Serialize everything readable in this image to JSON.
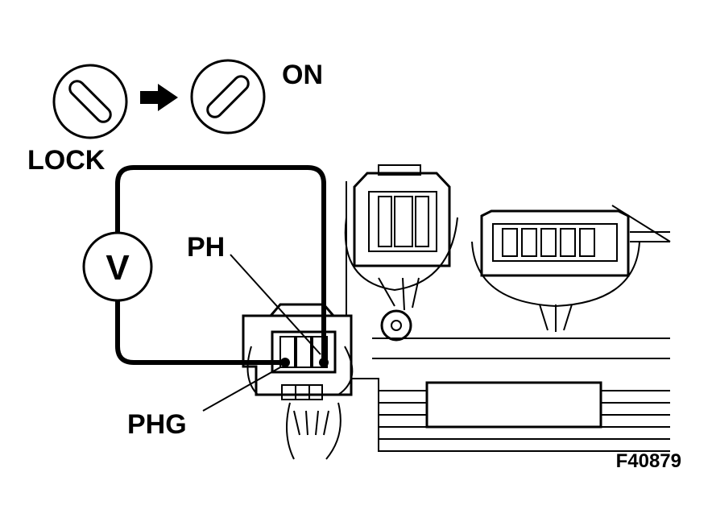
{
  "switch": {
    "from_label": "LOCK",
    "to_label": "ON"
  },
  "meter": {
    "symbol": "V"
  },
  "terminals": {
    "positive": "PH",
    "negative": "PHG"
  },
  "figure_id": "F40879",
  "icons": [
    "ignition-key-lock-icon",
    "arrow-right-icon",
    "ignition-key-on-icon",
    "voltmeter-icon",
    "connector-icon"
  ]
}
